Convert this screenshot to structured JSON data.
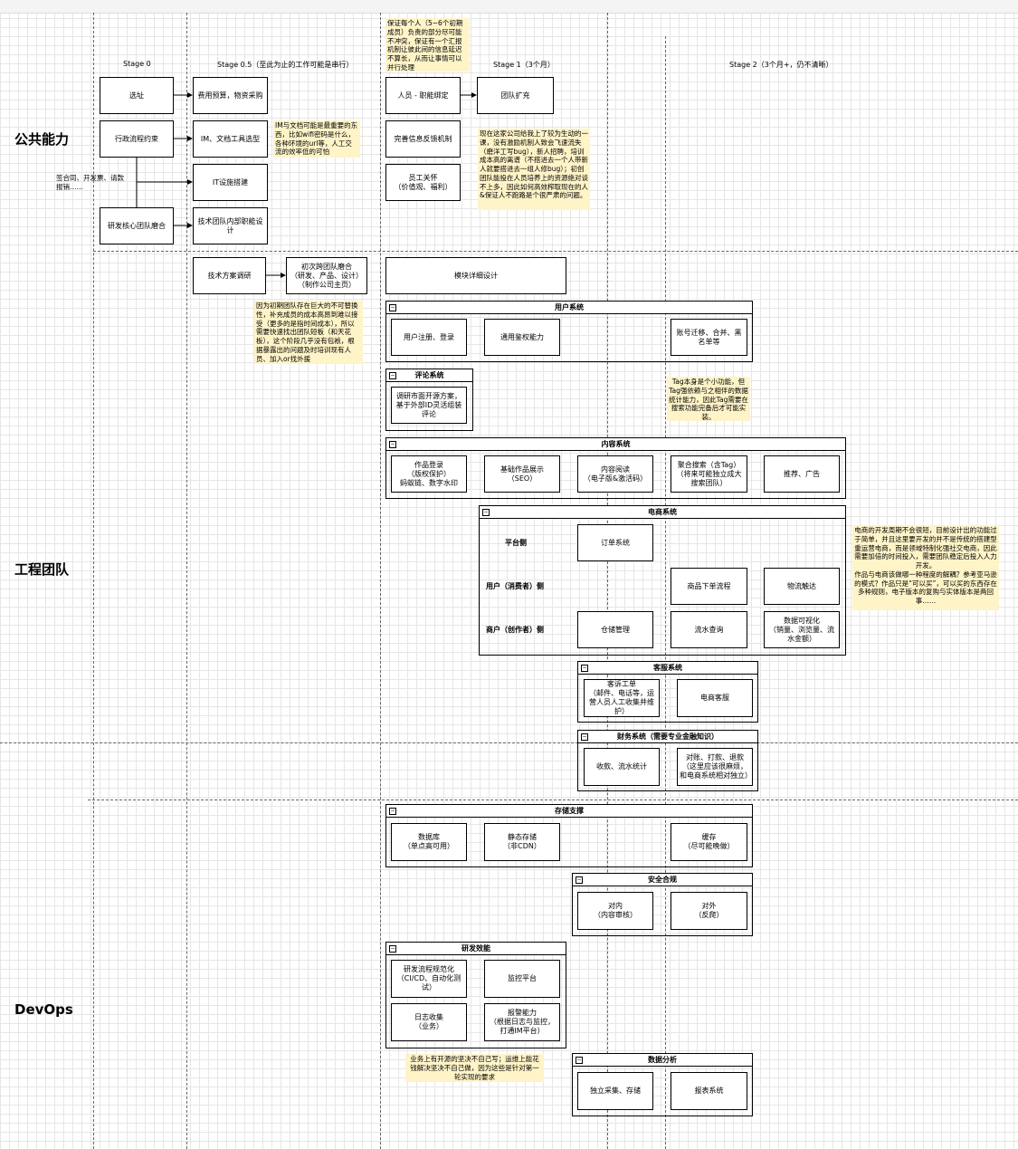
{
  "stages": {
    "s0": "Stage 0",
    "s05": "Stage 0.5（至此为止的工作可能是串行）",
    "s1": "Stage 1（3个月）",
    "s2": "Stage 2（3个月+，仍不清晰）"
  },
  "teams": {
    "public": "公共能力",
    "eng": "工程团队",
    "devops": "DevOps"
  },
  "boxes": {
    "site": "选址",
    "budget": "费用预算，物资采购",
    "admin": "行政流程约束",
    "im": "IM、文档工具选型",
    "it": "IT设施搭建",
    "core": "研发核心团队磨合",
    "techrole": "技术团队内部职能设计",
    "role": "人员 - 职能绑定",
    "expand": "团队扩充",
    "feedback": "完善信息反馈机制",
    "care": "员工关怀\n（价值观、福利）",
    "research": "技术方案调研",
    "cross": "初次跨团队磨合\n（研发、产品、设计）\n（制作公司主页）",
    "module": "模块详细设计",
    "reg": "用户注册、登录",
    "auth": "通用鉴权能力",
    "migrate": "账号迁移、合并、黑名单等",
    "comment": "调研市面开源方案，\n基于外部ID灵活组装评论",
    "work": "作品登录\n（版权保护）\n蚂蚁链、数字水印",
    "basic": "基础作品展示\n（SEO）",
    "read": "内容阅读\n（电子版&激活码）",
    "search": "聚合搜索（含Tag）\n（将来可能独立成大搜索团队）",
    "recommend": "推荐、广告",
    "order": "订单系统",
    "place": "商品下单流程",
    "logistics": "物流触达",
    "warehouse": "仓储管理",
    "flow": "流水查询",
    "viz": "数据可视化\n（销量、浏览量、流水金额）",
    "ticket": "客诉工单\n（邮件、电话等，运营人员人工收集并维护）",
    "ecsvc": "电商客服",
    "income": "收款、流水统计",
    "recon": "对账、打款、退款\n（这里应该很麻烦，和电商系统相对独立）",
    "db": "数据库\n（单点高可用）",
    "static": "静态存储\n（非CDN）",
    "cache": "缓存\n（尽可能晚做）",
    "inner": "对内\n（内容审核）",
    "outer": "对外\n（反爬）",
    "cicd": "研发流程规范化\n（CI/CD、自动化测试）",
    "monitor": "监控平台",
    "log": "日志收集\n（业务）",
    "alert": "报警能力\n（根据日志与监控，打通IM平台）",
    "collect": "独立采集、存储",
    "report": "报表系统"
  },
  "groups": {
    "user": "用户系统",
    "review": "评论系统",
    "content": "内容系统",
    "ecommerce": "电商系统",
    "cs": "客服系统",
    "finance": "财务系统（需要专业金融知识）",
    "storage": "存储支撑",
    "security": "安全合规",
    "efficiency": "研发效能",
    "analytics": "数据分析",
    "toggle": "−"
  },
  "sides": {
    "platform": "平台侧",
    "consumer": "用户（消费者）侧",
    "merchant": "商户（创作者）侧"
  },
  "notes": {
    "top": "保证每个人（5~6个初期成员）负责的部分尽可能不冲突，保证有一个汇报机制让彼此间的信息延迟不算长，从而让事情可以并行处理",
    "im": "IM与文档可能是最重要的东西，比如wifi密码是什么，各种环境的url等，人工交流的效率低的可怕",
    "sign": "签合同、开发票、请款报销……",
    "culture": "现在这家公司给我上了较为生动的一课，没有激励机制人致会飞速流失（磨洋工写bug），新人招聘，培训成本高的离谱（不搭进去一个人带新人就要搭进去一组人修bug）；初创团队能投在人员培养上的资源绝对谈不上多，因此如何高效榨取现在的人&保证人不跑路是个很严肃的问题。",
    "cross": "因为初期团队存在巨大的不可替换性，补充成员的成本高昂到难以接受（更多的是指时间成本），所以需要快速找出团队短板（和天花板），这个阶段几乎没有包袱，根据暴露出的问题及时培训现有人员、加入or找外援",
    "tag": "Tag本身是个小功能，但Tag强依赖与之相伴的数据统计能力，因此Tag需要在搜索功能完备后才可能实装。",
    "ecom": "电商的开发周期不会很短，目前设计出的功能过于简单，并且这里要开发的并不是传统的搭建型重运营电商，而是领域特制化强社交电商，因此需要加倍的时间投入，需要团队稳定后投入人力开发。\n作品与电商该做哪一种程度的解耦？参考亚马逊的模式？作品只是“可以买”，可以买的东西存在多种规则，电子版本的复购与实体版本是两回事……",
    "opensource": "业务上有开源的坚决不自己写；运维上能花钱解决坚决不自己做，因为这些是针对第一轮实现的要求"
  }
}
